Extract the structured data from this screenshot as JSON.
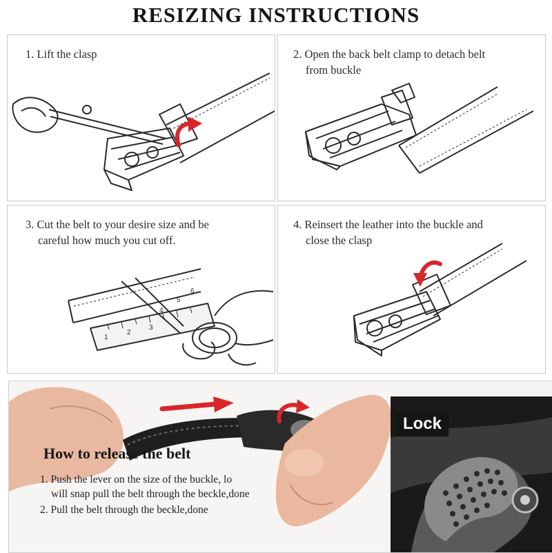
{
  "title": "RESIZING INSTRUCTIONS",
  "steps": [
    {
      "text": "1.  Lift the clasp"
    },
    {
      "text_line1": "2. Open the back belt clamp to detach belt",
      "text_line2": "from buckle"
    },
    {
      "text_line1": "3. Cut the belt to your desire size and be",
      "text_line2": "careful how much you cut off."
    },
    {
      "text_line1": "4. Reinsert the leather into the buckle and",
      "text_line2": "close the clasp"
    }
  ],
  "release": {
    "heading": "How to release the belt",
    "step1_line1": "1. Push the lever on the size of the buckle, lo",
    "step1_line2": "will snap pull the belt through the beckle,done",
    "step2": "2. Pull the belt through the beckle,done",
    "lock_label": "Lock"
  },
  "ruler_ticks": [
    "1",
    "2",
    "3",
    "4",
    "5",
    "6"
  ],
  "colors": {
    "arrow": "#d8262a",
    "panel_border": "#c9c9c9",
    "ink": "#2a2a2a"
  }
}
